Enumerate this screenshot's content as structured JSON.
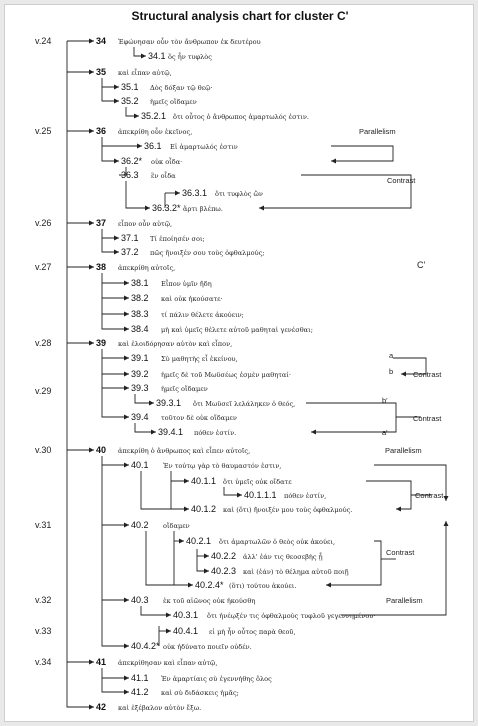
{
  "title": "Structural analysis chart for cluster C'",
  "side_label": "C'",
  "verses": [
    {
      "id": "v24",
      "label": "v.24"
    },
    {
      "id": "v25",
      "label": "v.25"
    },
    {
      "id": "v26",
      "label": "v.26"
    },
    {
      "id": "v27",
      "label": "v.27"
    },
    {
      "id": "v28",
      "label": "v.28"
    },
    {
      "id": "v29",
      "label": "v.29"
    },
    {
      "id": "v30",
      "label": "v.30"
    },
    {
      "id": "v31",
      "label": "v.31"
    },
    {
      "id": "v32",
      "label": "v.32"
    },
    {
      "id": "v33",
      "label": "v.33"
    },
    {
      "id": "v34",
      "label": "v.34"
    }
  ],
  "nodes": [
    {
      "num": "34",
      "text": "Ἐφώνησαν οὖν τὸν ἄνθρωπον ἐκ δευτέρου"
    },
    {
      "num": "34.1",
      "text": "ὃς ἦν τυφλὸς"
    },
    {
      "num": "35",
      "text": "καὶ εἶπαν αὐτῷ,"
    },
    {
      "num": "35.1",
      "text": "Δὸς δόξαν τῷ θεῷ·"
    },
    {
      "num": "35.2",
      "text": "ἡμεῖς οἴδαμεν"
    },
    {
      "num": "35.2.1",
      "text": "ὅτι οὗτος ὁ ἄνθρωπος ἁμαρτωλός ἐστιν."
    },
    {
      "num": "36",
      "text": "ἀπεκρίθη οὖν ἐκεῖνος,"
    },
    {
      "num": "36.1",
      "text": "Εἰ ἁμαρτωλός ἐστιν"
    },
    {
      "num": "36.2*",
      "text": "οὐκ οἶδα·"
    },
    {
      "num": "36.3",
      "text": "ἓν οἶδα"
    },
    {
      "num": "36.3.1",
      "text": "ὅτι τυφλὸς ὤν"
    },
    {
      "num": "36.3.2*",
      "text": "ἄρτι βλέπω."
    },
    {
      "num": "37",
      "text": "εἶπον οὖν αὐτῷ,"
    },
    {
      "num": "37.1",
      "text": "Τί ἐποίησέν σοι;"
    },
    {
      "num": "37.2",
      "text": "πῶς ἤνοιξέν σου τοὺς ὀφθαλμούς;"
    },
    {
      "num": "38",
      "text": "ἀπεκρίθη αὐτοῖς,"
    },
    {
      "num": "38.1",
      "text": "Εἶπον ὑμῖν ἤδη"
    },
    {
      "num": "38.2",
      "text": "καὶ οὐκ ἠκούσατε·"
    },
    {
      "num": "38.3",
      "text": "τί πάλιν θέλετε ἀκούειν;"
    },
    {
      "num": "38.4",
      "text": "μὴ καὶ ὑμεῖς θέλετε αὐτοῦ μαθηταὶ γενέσθαι;"
    },
    {
      "num": "39",
      "text": "καὶ ἐλοιδόρησαν αὐτὸν καὶ εἶπον,"
    },
    {
      "num": "39.1",
      "text": "Σὺ μαθητὴς εἶ ἐκείνου,"
    },
    {
      "num": "39.2",
      "text": "ἡμεῖς δὲ τοῦ Μωϋσέως ἐσμὲν μαθηταί·"
    },
    {
      "num": "39.3",
      "text": "ἡμεῖς οἴδαμεν"
    },
    {
      "num": "39.3.1",
      "text": "ὅτι Μωϋσεῖ λελάληκεν ὁ θεός,"
    },
    {
      "num": "39.4",
      "text": "τοῦτον δὲ οὐκ οἴδαμεν"
    },
    {
      "num": "39.4.1",
      "text": "πόθεν ἐστίν."
    },
    {
      "num": "40",
      "text": "ἀπεκρίθη ὁ ἄνθρωπος καὶ εἶπεν αὐτοῖς,"
    },
    {
      "num": "40.1",
      "text": "Ἐν τούτῳ γὰρ τὸ θαυμαστόν ἐστιν,"
    },
    {
      "num": "40.1.1",
      "text": "ὅτι ὑμεῖς οὐκ οἴδατε"
    },
    {
      "num": "40.1.1.1",
      "text": "πόθεν ἐστίν,"
    },
    {
      "num": "40.1.2",
      "text": "καὶ (ὅτι) ἤνοιξέν μου τοὺς ὀφθαλμούς."
    },
    {
      "num": "40.2",
      "text": "οἴδαμεν"
    },
    {
      "num": "40.2.1",
      "text": "ὅτι ἁμαρτωλῶν ὁ θεὸς οὐκ ἀκούει,"
    },
    {
      "num": "40.2.2",
      "text": "ἀλλ' ἐάν τις θεοσεβὴς ᾖ"
    },
    {
      "num": "40.2.3",
      "text": "καὶ (ἐάν) τὸ θέλημα αὐτοῦ ποιῇ"
    },
    {
      "num": "40.2.4*",
      "text": "(ὅτι) τούτου ἀκούει."
    },
    {
      "num": "40.3",
      "text": "ἐκ τοῦ αἰῶνος οὐκ ἠκούσθη"
    },
    {
      "num": "40.3.1",
      "text": "ὅτι ἠνέῳξέν τις ὀφθαλμοὺς τυφλοῦ γεγεννημένου·"
    },
    {
      "num": "40.4.1",
      "text": "εἰ μὴ ἦν οὗτος παρὰ θεοῦ,"
    },
    {
      "num": "40.4.2*",
      "text": "οὐκ ἠδύνατο ποιεῖν οὐδέν."
    },
    {
      "num": "41",
      "text": "ἀπεκρίθησαν καὶ εἶπαν αὐτῷ,"
    },
    {
      "num": "41.1",
      "text": "Ἐν ἁμαρτίαις σὺ ἐγεννήθης ὅλος"
    },
    {
      "num": "41.2",
      "text": "καὶ σὺ διδάσκεις ἡμᾶς;"
    },
    {
      "num": "42",
      "text": "καὶ ἐξέβαλον αὐτὸν ἔξω."
    }
  ],
  "annotations": [
    {
      "id": "par36",
      "text": "Parallelism"
    },
    {
      "id": "con36",
      "text": "Contrast"
    },
    {
      "id": "a1",
      "text": "a"
    },
    {
      "id": "b1",
      "text": "b"
    },
    {
      "id": "con39a",
      "text": "Contrast"
    },
    {
      "id": "b2",
      "text": "b'"
    },
    {
      "id": "con39b",
      "text": "Contrast"
    },
    {
      "id": "a2",
      "text": "a'"
    },
    {
      "id": "par40",
      "text": "Parallelism"
    },
    {
      "id": "con40",
      "text": "Contrast"
    },
    {
      "id": "con402",
      "text": "Contrast"
    },
    {
      "id": "par403",
      "text": "Parallelism"
    }
  ]
}
